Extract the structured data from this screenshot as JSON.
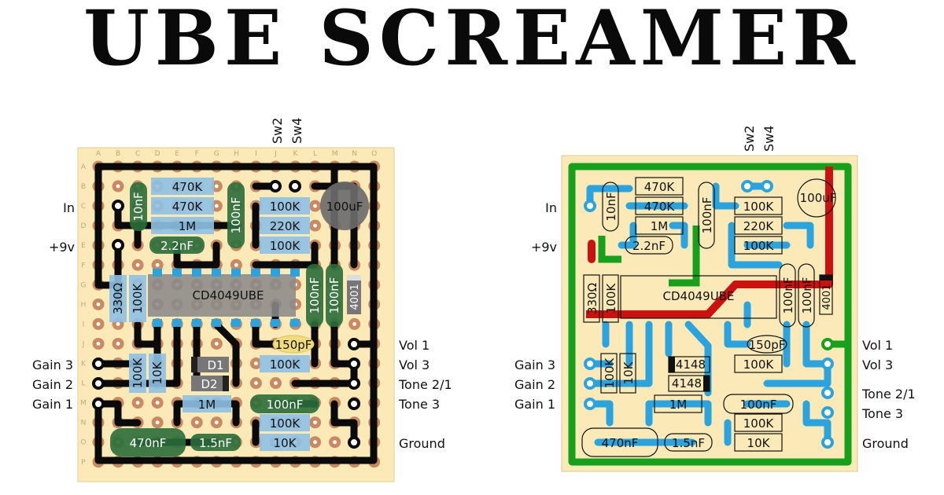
{
  "title": "UBE SCREAMER",
  "board": {
    "col_letters": [
      "A",
      "B",
      "C",
      "D",
      "E",
      "F",
      "G",
      "H",
      "I",
      "J",
      "K",
      "L",
      "M",
      "N",
      "O"
    ],
    "row_letters": [
      "A",
      "B",
      "C",
      "D",
      "E",
      "F",
      "G",
      "H",
      "I",
      "J",
      "K",
      "L",
      "M",
      "N",
      "O",
      "P"
    ]
  },
  "components": {
    "ic": "CD4049UBE",
    "r_470k_1": "470K",
    "r_470k_2": "470K",
    "r_1m_top": "1M",
    "c_10nf": "10nF",
    "c_100nf_v": "100nF",
    "c_2n2": "2.2nF",
    "r_100k_a": "100K",
    "r_220k": "220K",
    "r_100k_b": "100K",
    "c_100uf": "100uF",
    "r_330": "330Ω",
    "r_100k_c": "100K",
    "c_100nf_r1": "100nF",
    "c_100nf_r2": "100nF",
    "d_4001": "4001",
    "c_150pf": "150pF",
    "r_100k_d": "100K",
    "r_100k_e": "100K",
    "r_10k_a": "10K",
    "d_1": "D1",
    "d_2": "D2",
    "d_4148_1": "4148",
    "d_4148_2": "4148",
    "r_1m_bot": "1M",
    "c_100nf_b": "100nF",
    "r_100k_f": "100K",
    "r_10k_b": "10K",
    "c_470nf": "470nF",
    "c_1n5": "1.5nF"
  },
  "labels": {
    "in": "In",
    "v9": "+9v",
    "gain3": "Gain 3",
    "gain2": "Gain 2",
    "gain1": "Gain 1",
    "sw2": "Sw2",
    "sw4": "Sw4",
    "vol1": "Vol 1",
    "vol3": "Vol 3",
    "tone21": "Tone 2/1",
    "tone3": "Tone 3",
    "ground": "Ground"
  },
  "colors": {
    "board": "#fbeab7",
    "pad": "#c98a63",
    "pad_hole": "#ffffff",
    "track": "#0a0a0a",
    "resistor": "#8ec1e6",
    "capacitor": "#2a6e3a",
    "blue_trace": "#2aa3de",
    "green_trace": "#16a01c",
    "red_trace": "#cc1111"
  }
}
